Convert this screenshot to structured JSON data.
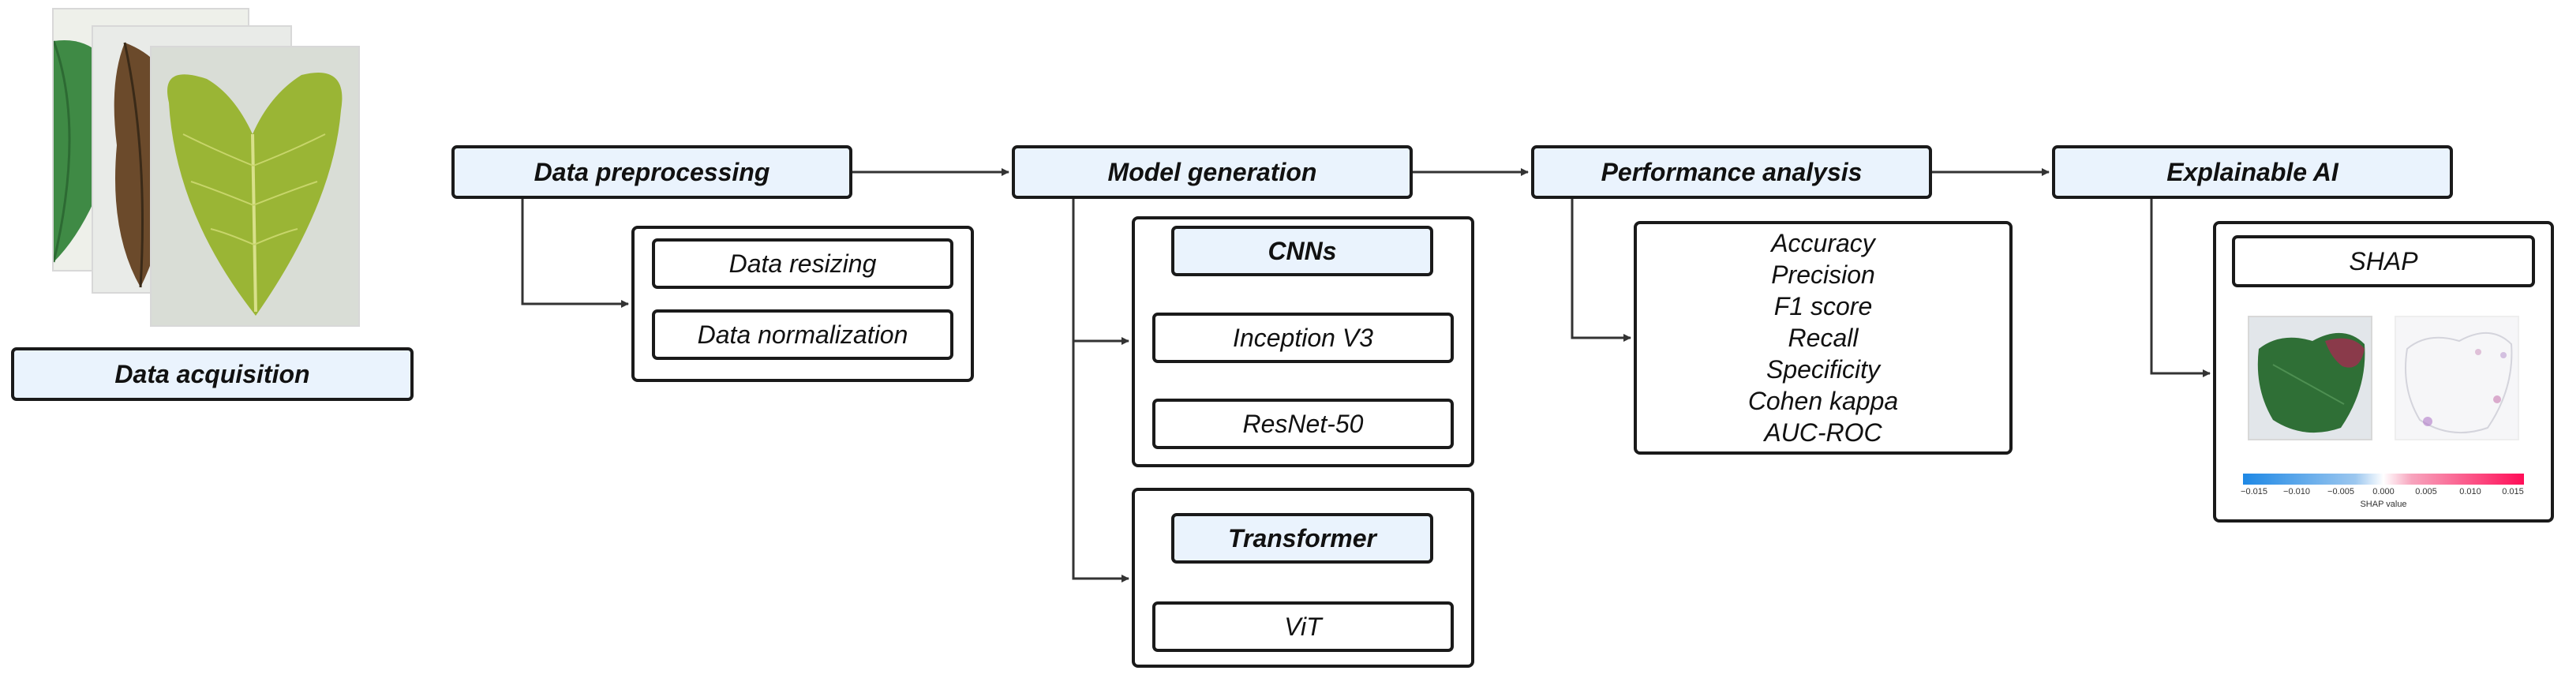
{
  "stages": {
    "acquisition": "Data acquisition",
    "preprocessing": "Data preprocessing",
    "model_generation": "Model generation",
    "performance": "Performance analysis",
    "xai": "Explainable AI"
  },
  "preprocessing_steps": [
    "Data resizing",
    "Data normalization"
  ],
  "cnn": {
    "title": "CNNs",
    "models": [
      "Inception V3",
      "ResNet-50"
    ]
  },
  "transformer": {
    "title": "Transformer",
    "models": [
      "ViT"
    ]
  },
  "metrics": [
    "Accuracy",
    "Precision",
    "F1 score",
    "Recall",
    "Specificity",
    "Cohen kappa",
    "AUC-ROC"
  ],
  "shap": {
    "title": "SHAP",
    "colorbar_ticks": [
      "−0.015",
      "−0.010",
      "−0.005",
      "0.000",
      "0.005",
      "0.010",
      "0.015"
    ],
    "colorbar_label": "SHAP value",
    "colors": {
      "negative": "#1e88e5",
      "positive": "#ff0d57"
    }
  },
  "colors": {
    "stage_fill": "#eaf3fd",
    "stroke": "#1a1a1a"
  }
}
